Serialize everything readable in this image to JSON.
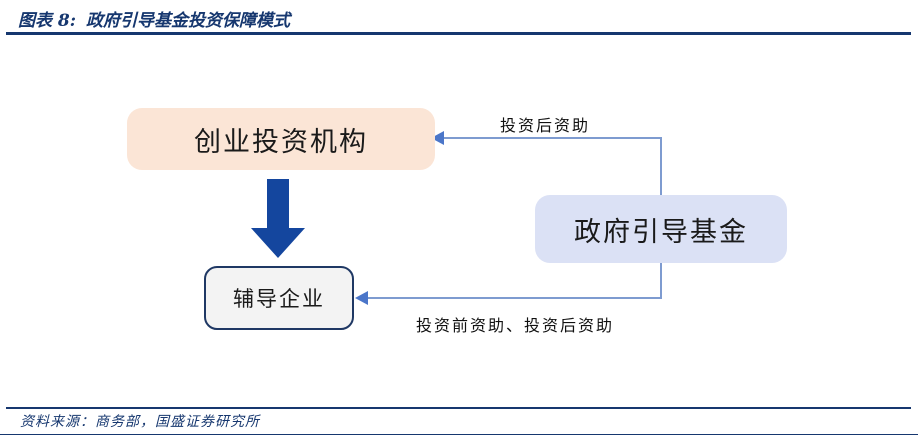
{
  "header": {
    "figure_label": "图表 8:",
    "title": "政府引导基金投资保障模式"
  },
  "diagram": {
    "nodes": [
      {
        "id": "venture-capital-institution",
        "label": "创业投资机构",
        "fill": "#FBE5D6"
      },
      {
        "id": "government-guidance-fund",
        "label": "政府引导基金",
        "fill": "#DBE1F5"
      },
      {
        "id": "coached-enterprise",
        "label": "辅导企业",
        "fill": "#F3F3F3"
      }
    ],
    "edges": [
      {
        "from": "government-guidance-fund",
        "to": "venture-capital-institution",
        "label": "投资后资助"
      },
      {
        "from": "government-guidance-fund",
        "to": "coached-enterprise",
        "label": "投资前资助、投资后资助"
      },
      {
        "from": "venture-capital-institution",
        "to": "coached-enterprise",
        "label": ""
      }
    ],
    "colors": {
      "accent_navy": "#16376F",
      "thick_arrow_blue": "#14469E",
      "connector_blue": "#7E9BD0",
      "arrowhead_blue": "#4B76C9",
      "node_border_navy": "#1F3864"
    }
  },
  "footer": {
    "source": "资料来源：商务部，国盛证券研究所"
  }
}
